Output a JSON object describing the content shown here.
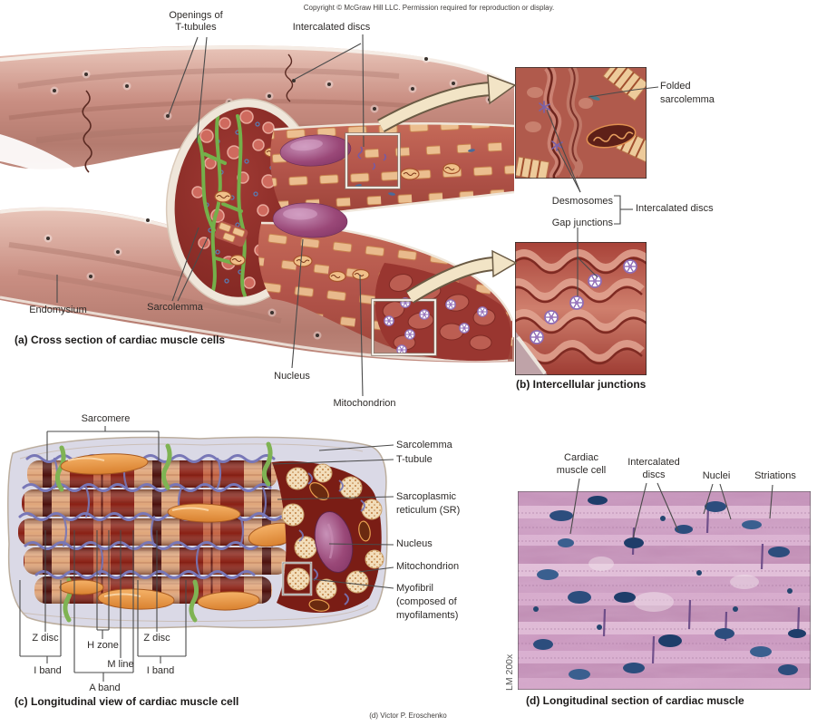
{
  "copyright": "Copyright © McGraw Hill LLC. Permission required for reproduction or display.",
  "panel_a": {
    "caption": "(a) Cross section of cardiac muscle cells",
    "labels": {
      "openings_of_t_tubules": "Openings of\nT-tubules",
      "intercalated_discs": "Intercalated discs",
      "endomysium": "Endomysium",
      "sarcolemma": "Sarcolemma",
      "nucleus": "Nucleus",
      "mitochondrion": "Mitochondrion"
    }
  },
  "panel_b": {
    "caption": "(b) Intercellular junctions",
    "labels": {
      "folded_sarcolemma": "Folded\nsarcolemma",
      "desmosomes": "Desmosomes",
      "gap_junctions": "Gap junctions",
      "intercalated_discs": "Intercalated discs"
    }
  },
  "panel_c": {
    "caption": "(c) Longitudinal view of cardiac muscle cell",
    "labels": {
      "sarcomere": "Sarcomere",
      "sarcolemma": "Sarcolemma",
      "t_tubule": "T-tubule",
      "sarcoplasmic_reticulum": "Sarcoplasmic\nreticulum (SR)",
      "nucleus": "Nucleus",
      "mitochondrion": "Mitochondrion",
      "myofibril": "Myofibril\n(composed of\nmyofilaments)",
      "z_disc_left": "Z disc",
      "h_zone": "H zone",
      "z_disc_right": "Z disc",
      "m_line": "M line",
      "i_band_left": "I band",
      "i_band_right": "I band",
      "a_band": "A band"
    }
  },
  "panel_d": {
    "caption": "(d) Longitudinal section of cardiac muscle",
    "magnification": "LM 200x",
    "labels": {
      "cardiac_muscle_cell": "Cardiac\nmuscle cell",
      "intercalated_discs": "Intercalated\ndiscs",
      "nuclei": "Nuclei",
      "striations": "Striations"
    }
  },
  "credit": "(d) Victor P. Eroschenko",
  "colors": {
    "muscle_pink": "#c98e82",
    "fiber_red": "#b2544a",
    "cut_red": "#8a2a26",
    "nucleus_purple": "#9a4878",
    "mitochondria_orange": "#e9973f",
    "sr_purple": "#7877b7",
    "t_tubule_green": "#7fb353",
    "micrograph_pink": "#cfa3c4",
    "nuclei_blue": "#2c4d7d",
    "arrow_beige": "#f2e4c6"
  }
}
